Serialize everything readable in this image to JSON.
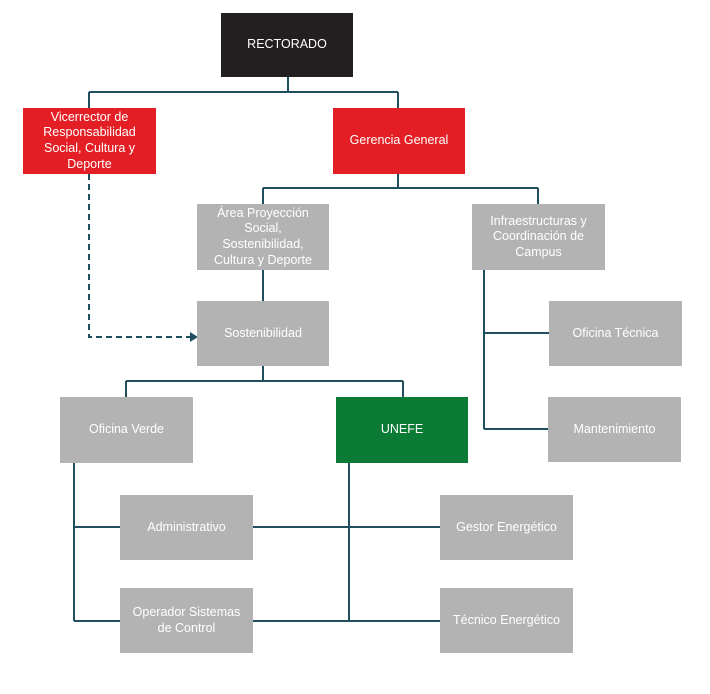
{
  "colors": {
    "black": "#231f20",
    "red": "#e31e24",
    "green": "#0b7a35",
    "gray": "#b3b3b3",
    "line": "#1f4e5f"
  },
  "nodes": {
    "rectorado": "RECTORADO",
    "vicerrector": "Vicerrector de Responsabilidad Social, Cultura y Deporte",
    "gerencia": "Gerencia General",
    "area_proyeccion": "Área Proyección Social, Sostenibilidad, Cultura y Deporte",
    "infraestructuras": "Infraestructuras y Coordinación de Campus",
    "sostenibilidad": "Sostenibilidad",
    "oficina_tecnica": "Oficina Técnica",
    "oficina_verde": "Oficina Verde",
    "unefe": "UNEFE",
    "mantenimiento": "Mantenimiento",
    "administrativo": "Administrativo",
    "gestor_energetico": "Gestor Energético",
    "operador_sistemas": "Operador Sistemas de Control",
    "tecnico_energetico": "Técnico Energético"
  }
}
